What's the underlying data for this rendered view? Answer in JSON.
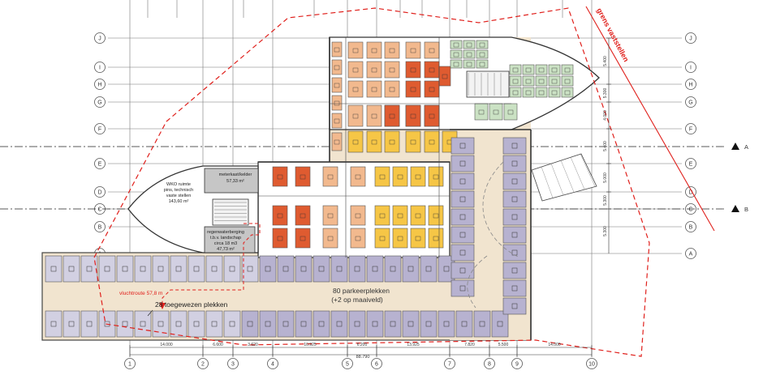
{
  "grid_rows": [
    "J",
    "I",
    "H",
    "G",
    "F",
    "E",
    "D",
    "C",
    "B",
    "A"
  ],
  "grid_cols": [
    "1",
    "2",
    "3",
    "4",
    "5",
    "6",
    "7",
    "8",
    "9",
    "10"
  ],
  "section_markers": [
    "A",
    "B"
  ],
  "labels": {
    "boundary": "grens vaststellen",
    "parking_count": "80 parkeerplekken",
    "parking_extra": "(+2 op maaiveld)",
    "assigned": "28 toegewezen plekken",
    "route": "vluchtroute 57,8 m",
    "meter_room_name": "meterkast/kelder",
    "meter_room_area": "57,33 m²",
    "wko_line1": "WKO ruimte",
    "wko_line2": "pins, technisch",
    "wko_line3": "vaste stellen",
    "wko_area": "143,60 m²",
    "water_line1": "regenwaterberging",
    "water_line2": "t.b.v. landschap",
    "water_line3": "circa 18 m3",
    "water_area": "47,73 m²"
  },
  "bottom_dims": [
    "14.000",
    "6.600",
    "3.620",
    "10.925",
    "6.200",
    "13.925",
    "7.820",
    "5.500",
    "14.000"
  ],
  "total_dim": "88.790",
  "right_dims": [
    "5.400",
    "5.300",
    "4.000",
    "5.400",
    "5.000",
    "5.300",
    "5.300"
  ],
  "colors": {
    "background": "#ffffff",
    "slab": "#f1e4cf",
    "parking_bay": "#b7b2d0",
    "assigned_bay": "#d2d0e2",
    "storage_orange": "#f2b98e",
    "storage_red": "#df5b30",
    "storage_yellow": "#f6c646",
    "storage_green": "#cbe2c4",
    "tech_grey": "#c6c6c6",
    "red_line": "#e0201c"
  }
}
